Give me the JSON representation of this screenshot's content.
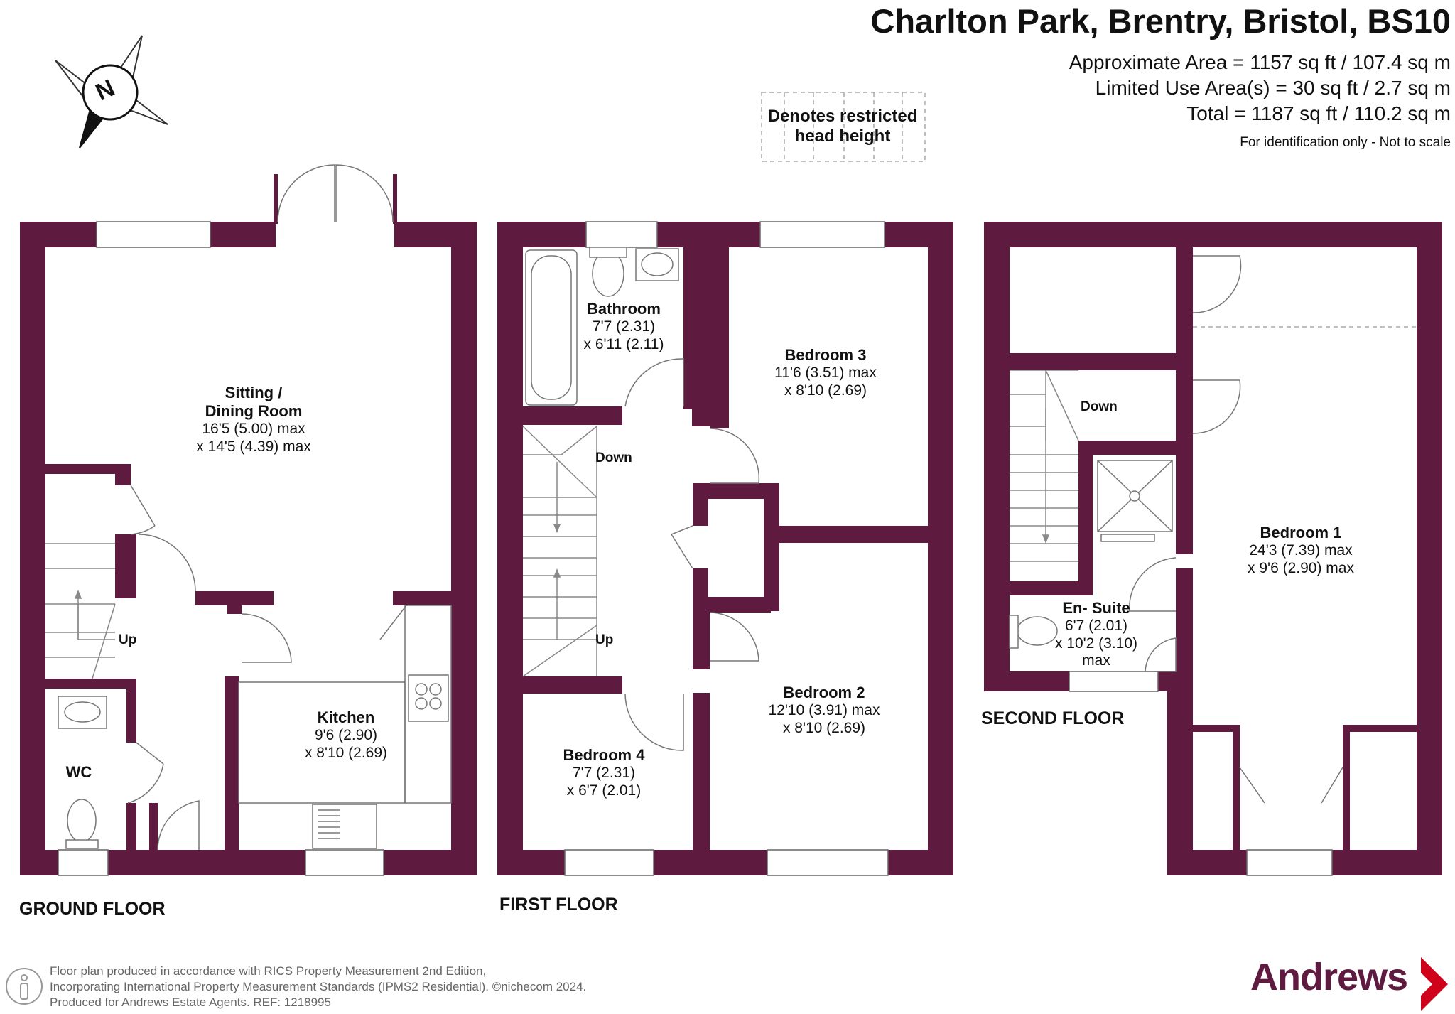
{
  "header": {
    "title": "Charlton Park, Brentry, Bristol, BS10",
    "approx_area": "Approximate Area = 1157 sq ft / 107.4 sq m",
    "limited_use": "Limited Use Area(s) = 30 sq ft / 2.7 sq m",
    "total": "Total = 1187 sq ft / 110.2 sq m",
    "disclaimer": "For identification only - Not to scale"
  },
  "legend": {
    "line1": "Denotes restricted",
    "line2": "head height"
  },
  "compass": {
    "letter": "N",
    "icon": "north-compass-icon"
  },
  "floors": {
    "ground": {
      "label": "GROUND FLOOR"
    },
    "first": {
      "label": "FIRST FLOOR"
    },
    "second": {
      "label": "SECOND FLOOR"
    }
  },
  "rooms": {
    "sitting": {
      "name1": "Sitting /",
      "name2": "Dining Room",
      "dim1": "16'5 (5.00) max",
      "dim2": "x 14'5 (4.39) max"
    },
    "kitchen": {
      "name": "Kitchen",
      "dim1": "9'6 (2.90)",
      "dim2": "x 8'10 (2.69)"
    },
    "wc": {
      "name": "WC"
    },
    "bathroom": {
      "name": "Bathroom",
      "dim1": "7'7 (2.31)",
      "dim2": "x 6'11 (2.11)"
    },
    "bedroom3": {
      "name": "Bedroom 3",
      "dim1": "11'6 (3.51) max",
      "dim2": "x 8'10 (2.69)"
    },
    "bedroom2": {
      "name": "Bedroom 2",
      "dim1": "12'10 (3.91) max",
      "dim2": "x 8'10 (2.69)"
    },
    "bedroom4": {
      "name": "Bedroom 4",
      "dim1": "7'7 (2.31)",
      "dim2": "x 6'7 (2.01)"
    },
    "bedroom1": {
      "name": "Bedroom 1",
      "dim1": "24'3 (7.39) max",
      "dim2": "x 9'6 (2.90) max"
    },
    "ensuite": {
      "name": "En- Suite",
      "dim1": "6'7 (2.01)",
      "dim2": "x 10'2 (3.10)",
      "dim3": "max"
    }
  },
  "stairs": {
    "up_ground": "Up",
    "down_first": "Down",
    "up_first": "Up",
    "down_second": "Down"
  },
  "footer": {
    "line1": "Floor plan produced in accordance with RICS Property Measurement 2nd Edition,",
    "line2": "Incorporating International Property Measurement Standards (IPMS2 Residential).  ©nichecom 2024.",
    "line3": "Produced for Andrews Estate Agents.   REF: 1218995"
  },
  "brand": {
    "name": "Andrews",
    "color": "#5f1a40",
    "accent": "#d0021b"
  },
  "colors": {
    "wall": "#5f1a40"
  }
}
